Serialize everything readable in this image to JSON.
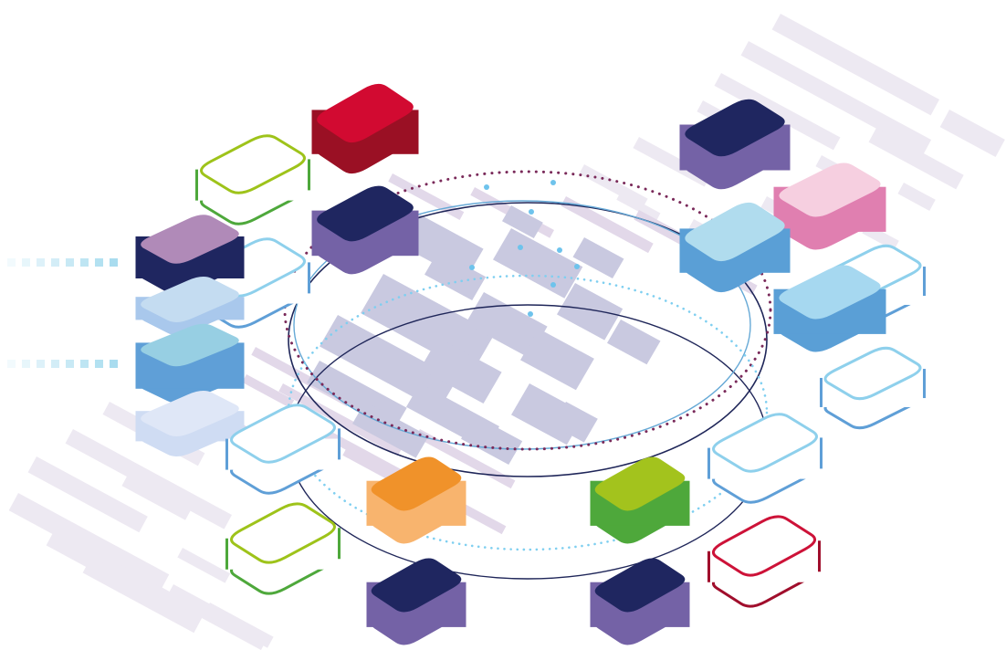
{
  "illustration": {
    "colors": {
      "grid_light": "#ebe6f0",
      "grid_mid": "#ddd2e6",
      "city_block": "#c9c9e0",
      "ring_dark": "#1f2659",
      "ring_light": "#66a9d6",
      "dotted_maroon": "#7a2a5a",
      "dotted_cyan": "#7fcff0",
      "connector_dots": "#a8dcef"
    },
    "tiles": [
      {
        "name": "red-tile",
        "style": "solid",
        "top": "#d20a31",
        "side": "#9a1024"
      },
      {
        "name": "navy-inner-tile",
        "style": "solid",
        "top": "#1f2660",
        "side": "#7462a6"
      },
      {
        "name": "navy-top-right-tile",
        "style": "solid",
        "top": "#1f2660",
        "side": "#7462a6"
      },
      {
        "name": "pink-tile",
        "style": "solid",
        "top": "#f6cfe0",
        "side": "#e07fb0"
      },
      {
        "name": "light-blue-tile",
        "style": "solid",
        "top": "#b0dcee",
        "side": "#5a9fd6"
      },
      {
        "name": "sky-blue-tile",
        "style": "solid",
        "top": "#a6d8f0",
        "side": "#5a9fd6"
      },
      {
        "name": "purple-navy-tile",
        "style": "solid",
        "top": "#b08ab8",
        "side": "#1f2660"
      },
      {
        "name": "ghost-blue-tile",
        "style": "solid",
        "top": "#c4dcf1",
        "side": "#a9c8ec"
      },
      {
        "name": "aqua-blue-tile",
        "style": "solid",
        "top": "#97cfe3",
        "side": "#5f9fd7"
      },
      {
        "name": "ghost-shadow-tile",
        "style": "solid",
        "top": "#dfe7f7",
        "side": "#cfdcf3"
      },
      {
        "name": "orange-tile",
        "style": "solid",
        "top": "#f0922a",
        "side": "#f8b46e"
      },
      {
        "name": "green-tile",
        "style": "solid",
        "top": "#a3c31d",
        "side": "#4ea83b"
      },
      {
        "name": "navy-bottom-left-tile",
        "style": "solid",
        "top": "#1f2660",
        "side": "#7462a6"
      },
      {
        "name": "navy-bottom-right-tile",
        "style": "solid",
        "top": "#1f2660",
        "side": "#7462a6"
      },
      {
        "name": "green-outline-top-tile",
        "style": "outline",
        "top": "#9ec31a",
        "side": "#4ea83b"
      },
      {
        "name": "blue-outline-left-tile",
        "style": "outline",
        "top": "#8ed0ec",
        "side": "#5f9fd7"
      },
      {
        "name": "blue-outline-right-tile-a",
        "style": "outline",
        "top": "#8ed0ec",
        "side": "#5f9fd7"
      },
      {
        "name": "blue-outline-right-tile-b",
        "style": "outline",
        "top": "#8ed0ec",
        "side": "#5f9fd7"
      },
      {
        "name": "blue-outline-lower-left-tile",
        "style": "outline",
        "top": "#8ed0ec",
        "side": "#5f9fd7"
      },
      {
        "name": "blue-outline-lower-right-tile",
        "style": "outline",
        "top": "#8ed0ec",
        "side": "#5f9fd7"
      },
      {
        "name": "green-outline-bottom-tile",
        "style": "outline",
        "top": "#9ec31a",
        "side": "#4ea83b"
      },
      {
        "name": "red-outline-tile",
        "style": "outline",
        "top": "#cd1238",
        "side": "#a00e2c"
      }
    ]
  }
}
